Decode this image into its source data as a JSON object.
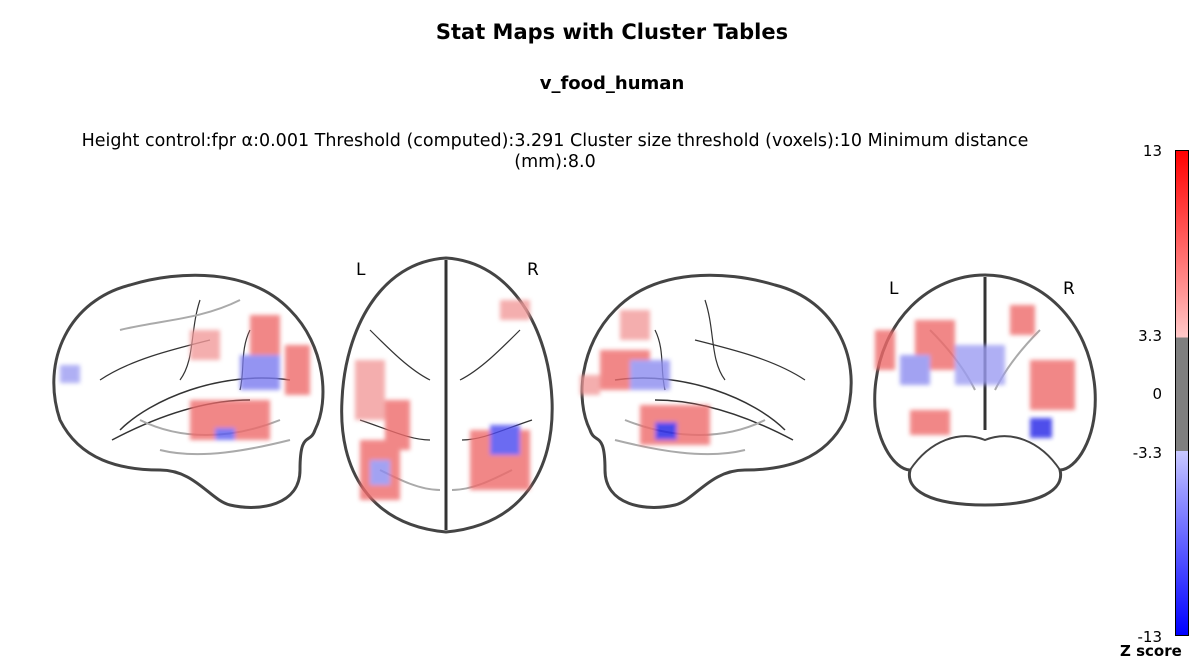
{
  "title": "Stat Maps with Cluster Tables",
  "contrast": "v_food_human",
  "params": "Height control:fpr  α:0.001  Threshold (computed):3.291  Cluster size threshold (voxels):10  Minimum distance (mm):8.0",
  "views": {
    "axial": {
      "left_label": "L",
      "right_label": "R"
    },
    "coronal": {
      "left_label": "L",
      "right_label": "R"
    }
  },
  "colorbar": {
    "label": "Z score",
    "ticks": [
      "13",
      "3.3",
      "0",
      "-3.3",
      "-13"
    ],
    "colors": {
      "positive": "#ff0000",
      "negative": "#0000ff",
      "subthreshold": "#7f7f7f"
    }
  }
}
